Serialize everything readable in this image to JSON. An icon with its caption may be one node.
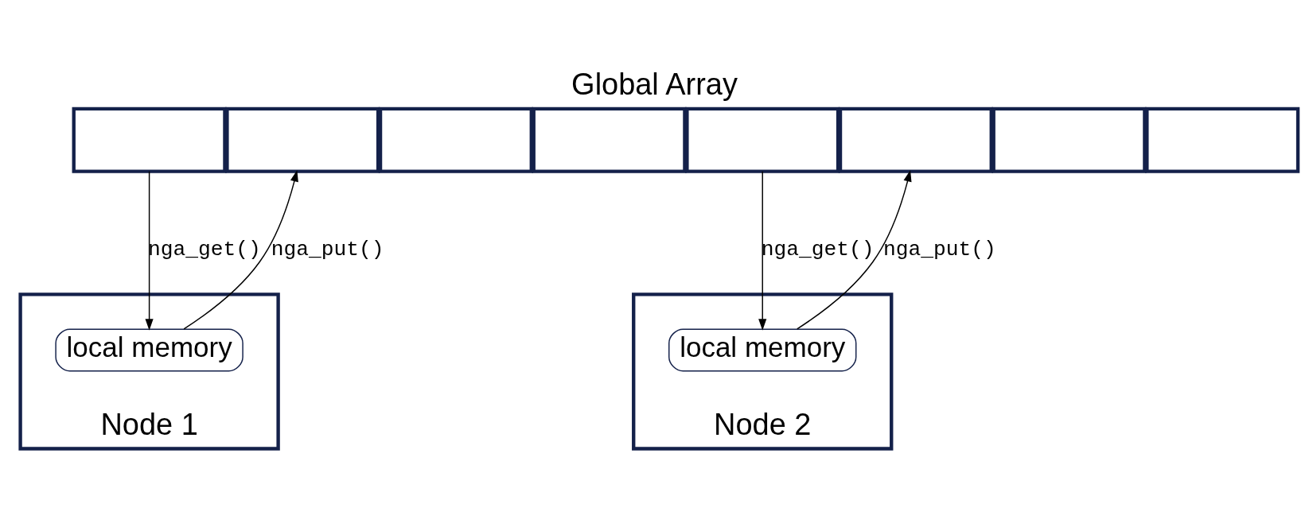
{
  "diagram": {
    "title": "Global Array",
    "nodes": [
      {
        "text": [],
        "shape": "box"
      },
      {
        "text": [],
        "shape": "box"
      },
      {
        "text": [],
        "shape": "box"
      },
      {
        "text": [],
        "shape": "box"
      },
      {
        "text": [],
        "shape": "box"
      },
      {
        "text": [],
        "shape": "box"
      },
      {
        "text": [],
        "shape": "box"
      },
      {
        "text": [],
        "shape": "box"
      },
      {
        "text": [
          "Node 1"
        ]
      },
      {
        "text": [
          "local memory"
        ],
        "in": 8
      },
      {
        "text": [
          "Node 2"
        ]
      },
      {
        "text": [
          "local memory"
        ],
        "in": 10
      }
    ],
    "edges": [
      {
        "from": 0,
        "to": 9,
        "arrow": "to",
        "label": "nga_get()"
      },
      {
        "from": 9,
        "to": 1,
        "arrow": "to",
        "label": "nga_put()"
      },
      {
        "from": 4,
        "to": 11,
        "arrow": "to",
        "label": "nga_get()"
      },
      {
        "from": 11,
        "to": 5,
        "arrow": "to",
        "label": "nga_put()"
      }
    ]
  }
}
